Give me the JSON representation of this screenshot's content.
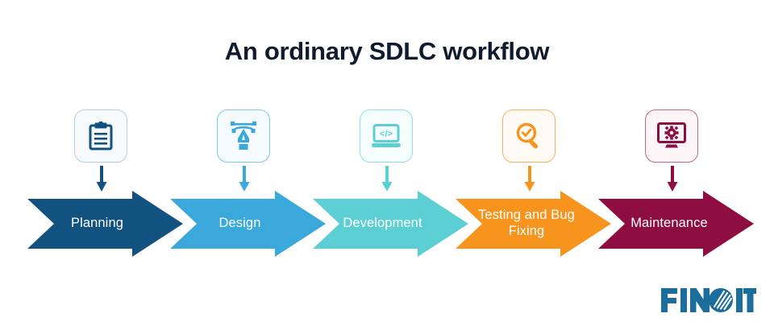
{
  "page": {
    "title": "An ordinary SDLC workflow",
    "background_color": "#ffffff",
    "title_color": "#101c2e"
  },
  "workflow": {
    "steps": [
      {
        "label": "Planning",
        "color": "#115280",
        "icon_tint_bg": "#f7fafc",
        "icon": "clipboard-icon"
      },
      {
        "label": "Design",
        "color": "#3BA8DC",
        "icon_tint_bg": "#f5fbfe",
        "icon": "pen-tool-icon"
      },
      {
        "label": "Development",
        "color": "#5BCFD4",
        "icon_tint_bg": "#f6fdfd",
        "icon": "laptop-code-icon"
      },
      {
        "label": "Testing and Bug Fixing",
        "color": "#F7941E",
        "icon_tint_bg": "#fffaf3",
        "icon": "magnifier-check-icon"
      },
      {
        "label": "Maintenance",
        "color": "#8F0E41",
        "icon_tint_bg": "#fdf5f8",
        "icon": "monitor-gear-icon"
      }
    ]
  },
  "branding": {
    "logo_text": "FINOIT",
    "logo_color": "#1B6E9B"
  }
}
